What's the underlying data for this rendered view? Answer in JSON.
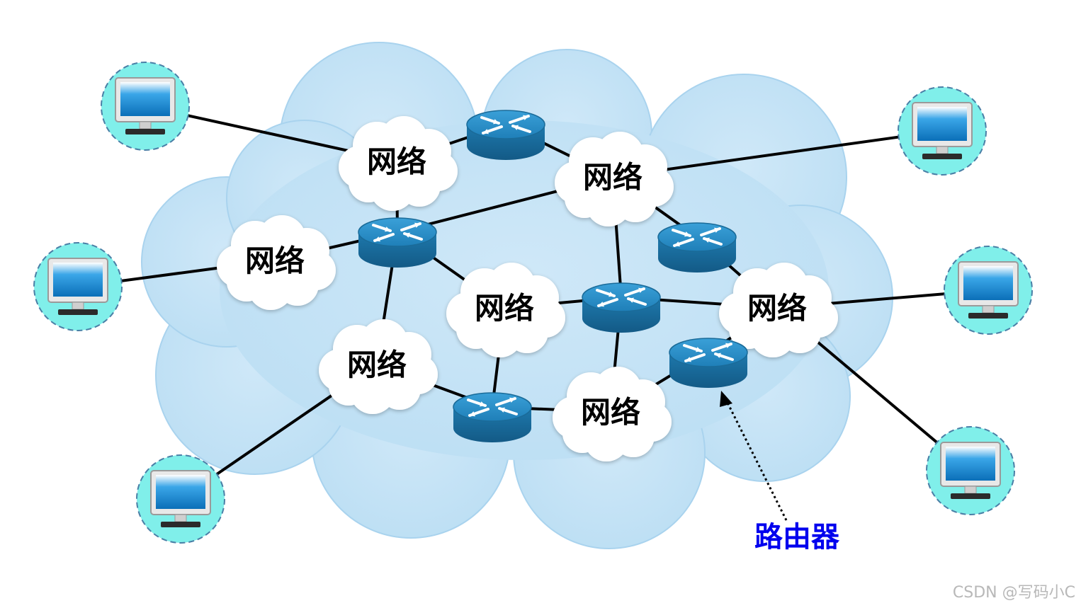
{
  "network_label": "网络",
  "router_label": "路由器",
  "watermark": "CSDN @写码小C",
  "colors": {
    "big_cloud": "#c5e3f6",
    "net_cloud": "#ffffff",
    "router_top": "#2d8ec6",
    "router_side": "#1a6b99",
    "host_circle": "#7ff0ec",
    "monitor_screen": "#1a8fd6",
    "link": "#000000",
    "router_label": "#0000ee"
  }
}
